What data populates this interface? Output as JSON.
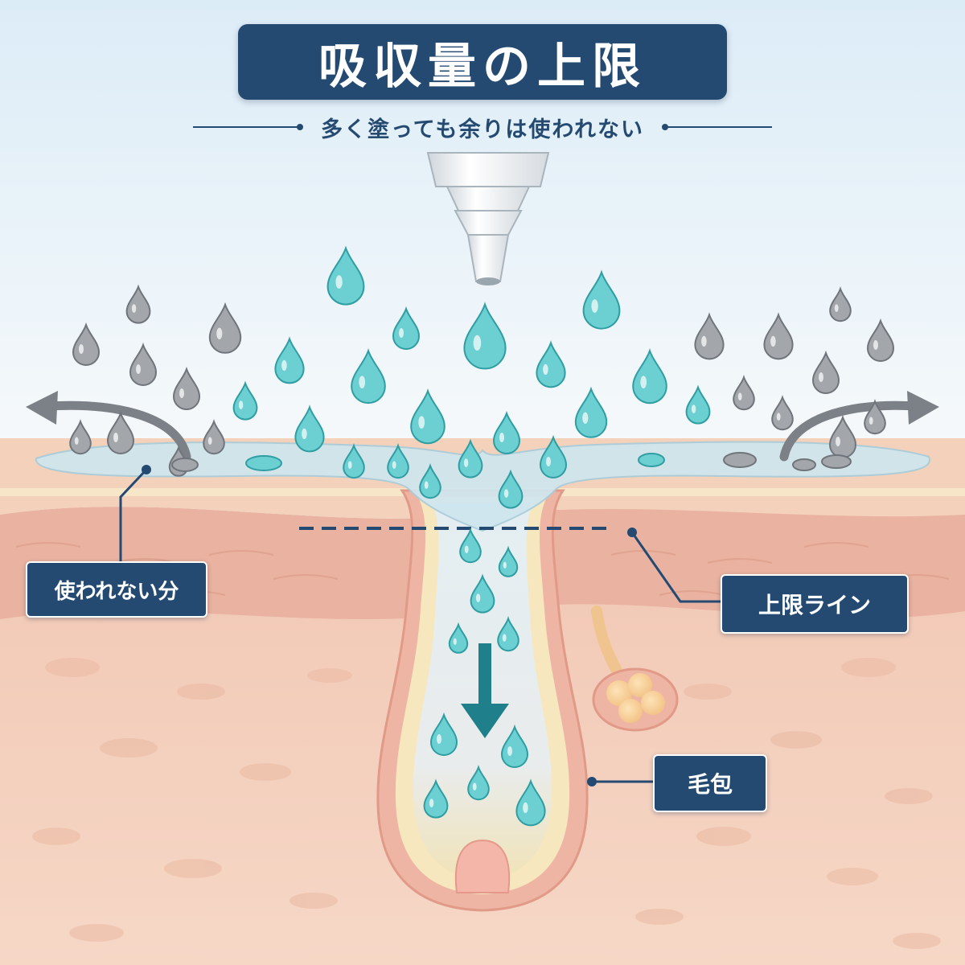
{
  "title": "吸収量の上限",
  "subtitle": "多く塗っても余りは使われない",
  "labels": {
    "unused": "使われない分",
    "limit_line": "上限ライン",
    "follicle": "毛包"
  },
  "colors": {
    "navy": "#244a72",
    "absorbed_drop": "#5fc7c9",
    "unused_drop": "#9a9ea3",
    "skin_surface": "#f1cdb6",
    "dermis": "#f0c7b3",
    "follicle_wall": "#f3e4b8"
  }
}
